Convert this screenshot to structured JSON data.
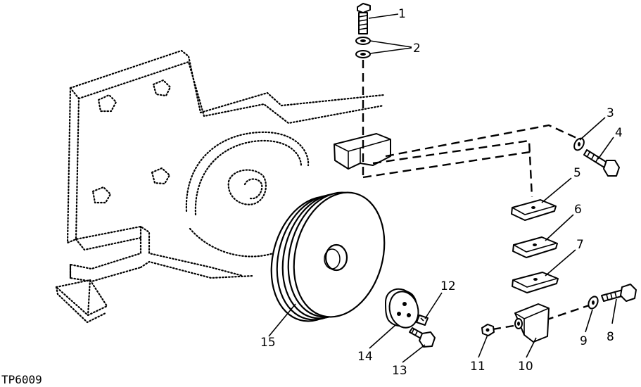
{
  "figure_code": "TP6009",
  "callouts": {
    "c1": "1",
    "c2": "2",
    "c3": "3",
    "c4": "4",
    "c5": "5",
    "c6": "6",
    "c7": "7",
    "c8": "8",
    "c9": "9",
    "c10": "10",
    "c11": "11",
    "c12": "12",
    "c13": "13",
    "c14": "14",
    "c15": "15"
  }
}
